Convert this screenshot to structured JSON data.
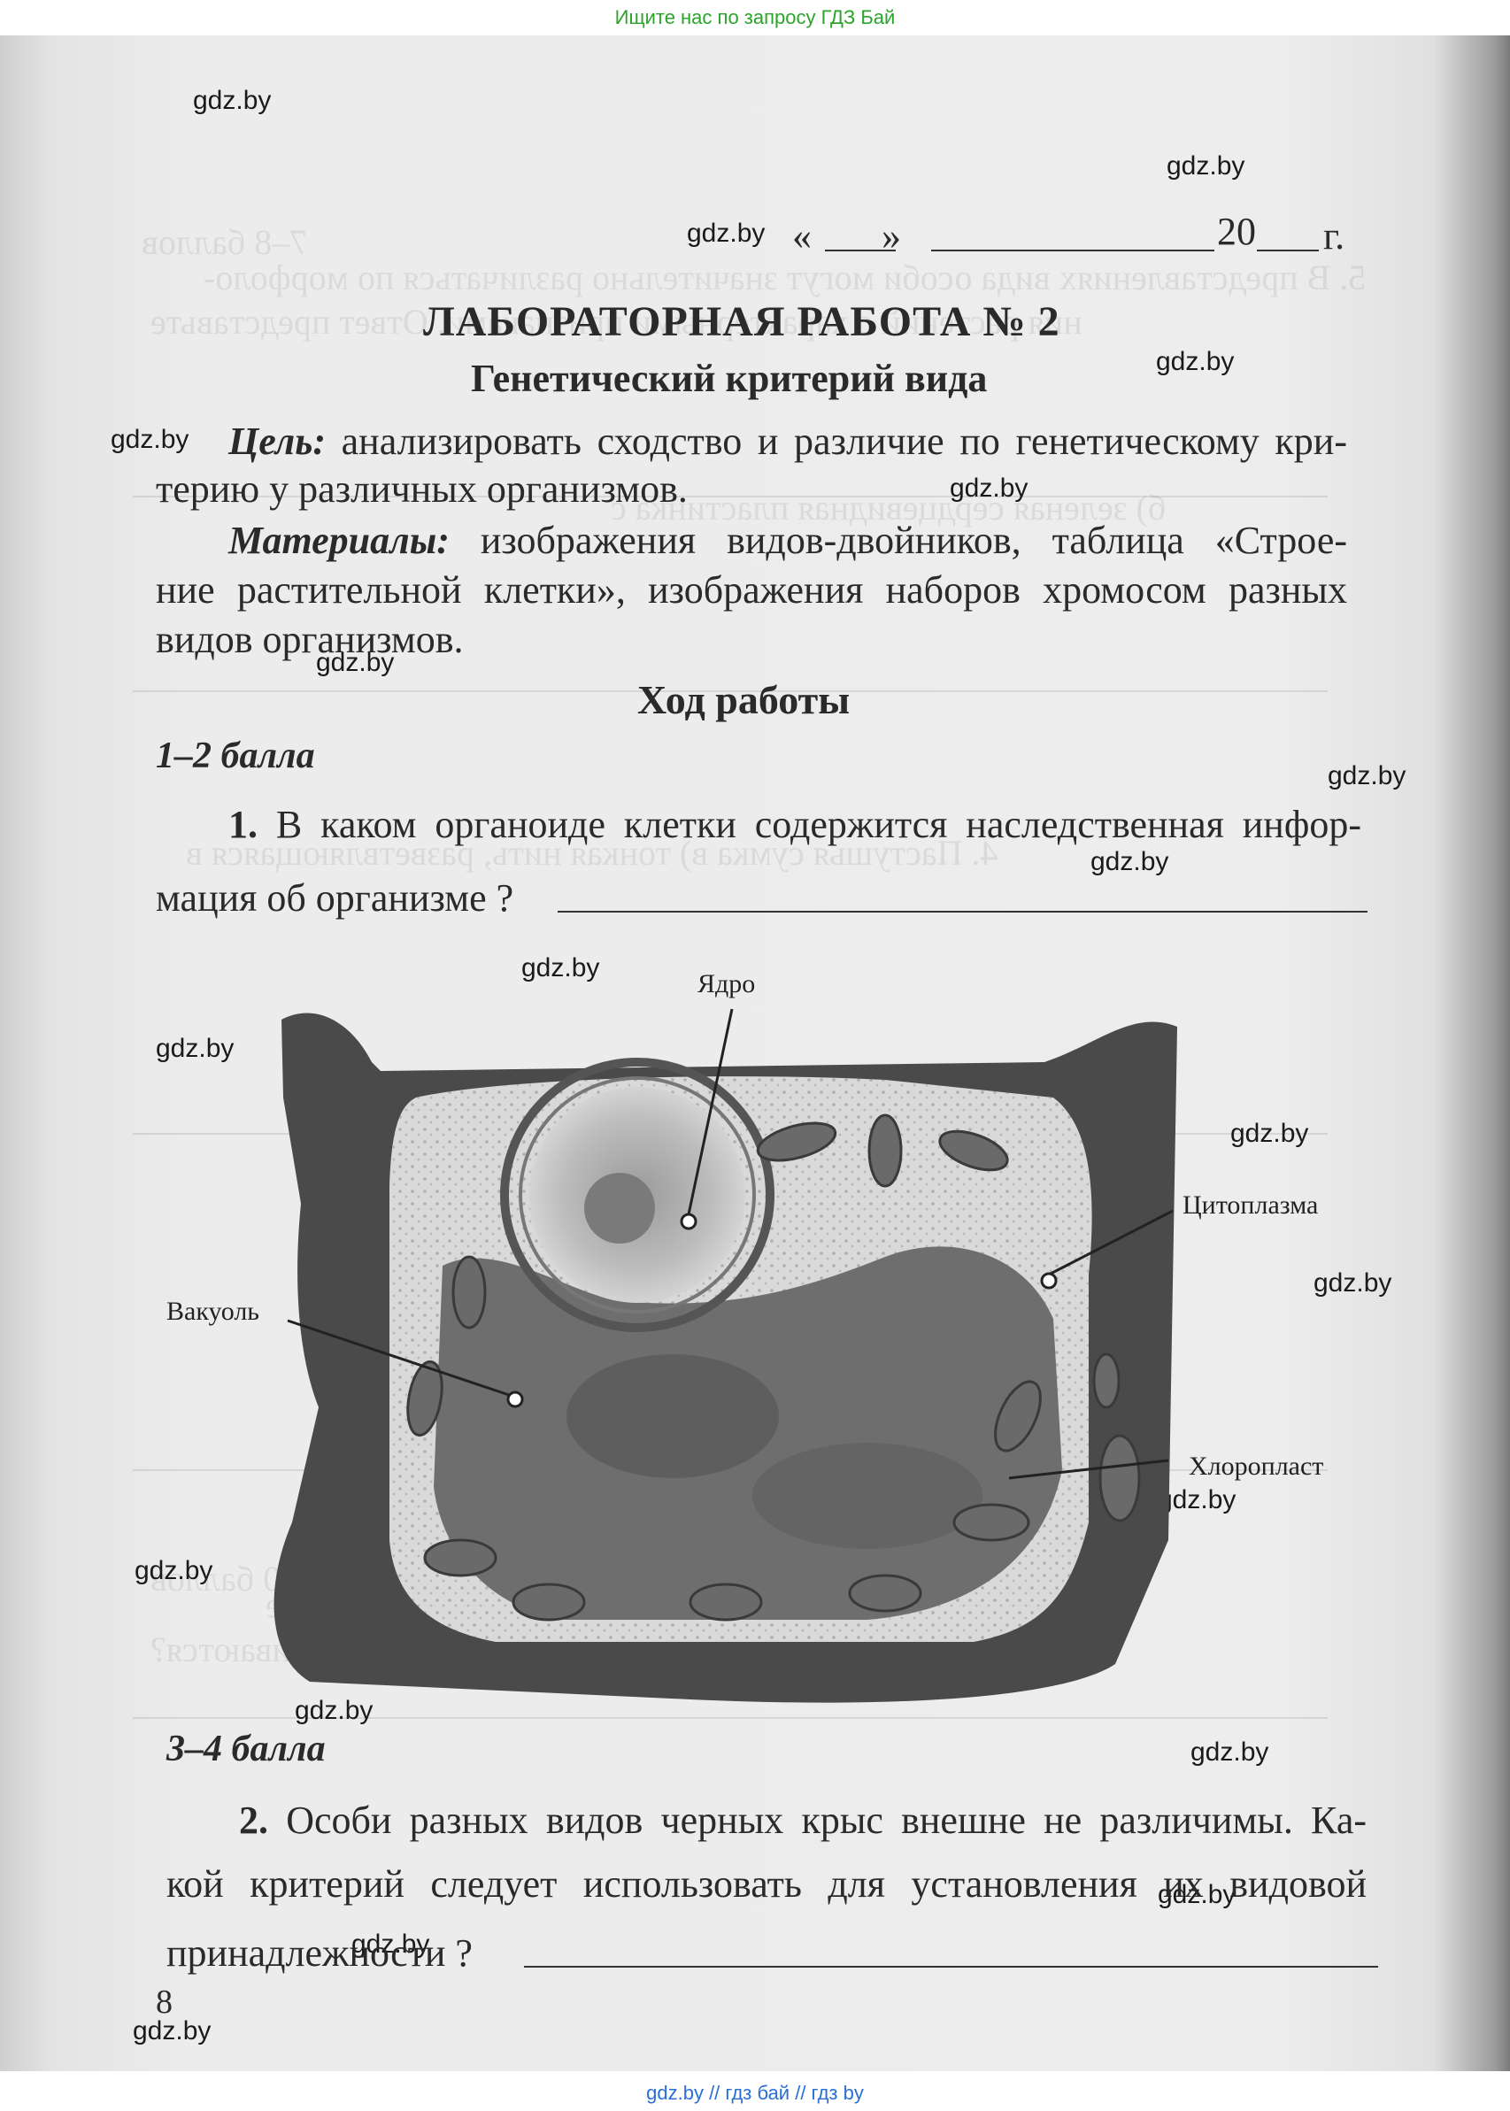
{
  "banner": {
    "top": "Ищите нас по запросу ГДЗ Бай",
    "bottom": "gdz.by  //  гдз бай  //  гдз by"
  },
  "watermark": "gdz.by",
  "date_line": {
    "open_quote": "«",
    "close_quote": "»",
    "year": "20",
    "suffix": "г."
  },
  "title": "ЛАБОРАТОРНАЯ РАБОТА № 2",
  "subtitle": "Генетический критерий вида",
  "goal": {
    "label": "Цель:",
    "line1": "анализировать сходство и различие по генетическому кри-",
    "line2": "терию у различных организмов."
  },
  "materials": {
    "label": "Материалы:",
    "line1": "изображения видов-двойников, таблица «Строе-",
    "line2": "ние растительной клетки», изображения наборов хромосом разных",
    "line3": "видов организмов."
  },
  "procedure_heading": "Ход работы",
  "score1": "1–2 балла",
  "question1": {
    "number": "1.",
    "line1": "В каком органоиде клетки содержится наследственная инфор-",
    "line2": "мация об организме  ?"
  },
  "figure": {
    "labels": {
      "nucleus": "Ядро",
      "cytoplasm": "Цитоплазма",
      "vacuole": "Вакуоль",
      "chloroplast": "Хлоропласт"
    }
  },
  "score2": "3–4 балла",
  "question2": {
    "number": "2.",
    "line1": "Особи разных видов черных крыс внешне не различимы. Ка-",
    "line2": "кой критерий следует использовать для установления их видовой",
    "line3": "принадлежности  ?"
  },
  "page_number": "8"
}
